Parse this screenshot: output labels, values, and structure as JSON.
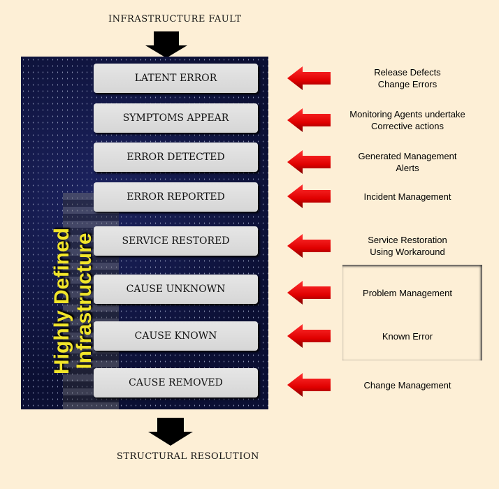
{
  "top_label": "Infrastructure Fault",
  "bottom_label": "Structural Resolution",
  "side_title": [
    "Highly Defined",
    "Infrastructure"
  ],
  "stages": [
    {
      "name": "Latent Error",
      "note": [
        "Release Defects",
        "Change Errors"
      ]
    },
    {
      "name": "Symptoms Appear",
      "note": [
        "Monitoring Agents undertake",
        "Corrective actions"
      ]
    },
    {
      "name": "Error Detected",
      "note": [
        "Generated Management",
        "Alerts"
      ]
    },
    {
      "name": "Error Reported",
      "note": [
        "Incident Management"
      ]
    },
    {
      "name": "Service Restored",
      "note": [
        "Service Restoration",
        "Using Workaround"
      ]
    },
    {
      "name": "Cause Unknown",
      "note": [
        "Problem Management"
      ]
    },
    {
      "name": "Cause Known",
      "note": [
        "Known Error"
      ]
    },
    {
      "name": "Cause Removed",
      "note": [
        "Change Management"
      ]
    }
  ],
  "colors": {
    "background": "#fdefd6",
    "arrow": "#e00000",
    "highlight": "#f1e52a"
  }
}
